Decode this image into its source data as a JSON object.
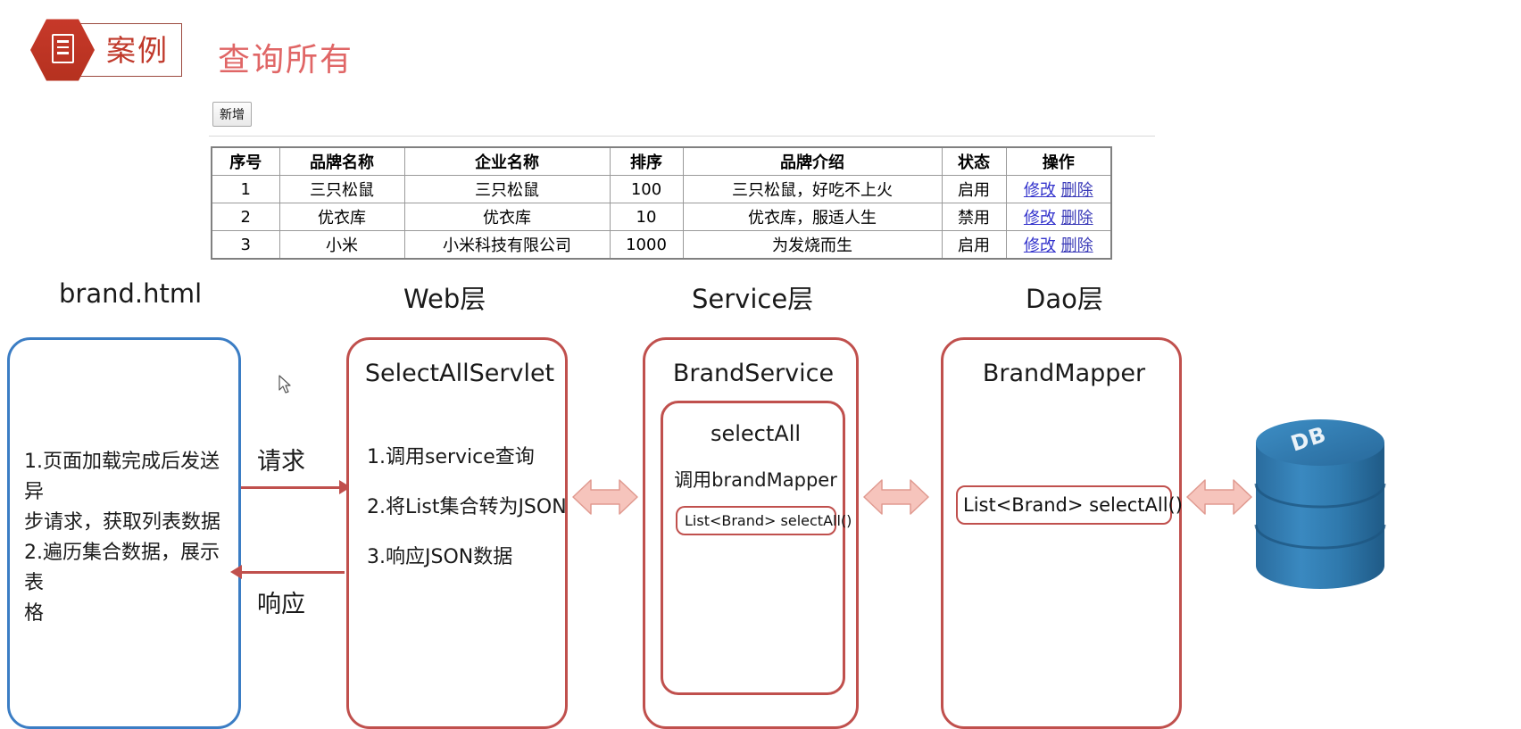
{
  "header": {
    "badge_icon": "document-hexagon-icon",
    "badge_label": "案例",
    "title": "查询所有"
  },
  "browser": {
    "add_button_label": "新增",
    "table": {
      "columns": [
        "序号",
        "品牌名称",
        "企业名称",
        "排序",
        "品牌介绍",
        "状态",
        "操作"
      ],
      "rows": [
        {
          "index": "1",
          "brand_name": "三只松鼠",
          "company_name": "三只松鼠",
          "ordinal": "100",
          "description": "三只松鼠，好吃不上火",
          "status": "启用",
          "edit": "修改",
          "delete": "删除"
        },
        {
          "index": "2",
          "brand_name": "优衣库",
          "company_name": "优衣库",
          "ordinal": "10",
          "description": "优衣库，服适人生",
          "status": "禁用",
          "edit": "修改",
          "delete": "删除"
        },
        {
          "index": "3",
          "brand_name": "小米",
          "company_name": "小米科技有限公司",
          "ordinal": "1000",
          "description": "为发烧而生",
          "status": "启用",
          "edit": "修改",
          "delete": "删除"
        }
      ]
    }
  },
  "diagram": {
    "lanes": [
      {
        "title": "brand.html"
      },
      {
        "title": "Web层"
      },
      {
        "title": "Service层"
      },
      {
        "title": "Dao层"
      }
    ],
    "page_node": {
      "lines": [
        "1.页面加载完成后发送异",
        "步请求，获取列表数据",
        "2.遍历集合数据，展示表",
        "格"
      ]
    },
    "web_node": {
      "heading": "SelectAllServlet",
      "lines": [
        "1.调用service查询",
        "2.将List集合转为JSON",
        "3.响应JSON数据"
      ]
    },
    "service_node": {
      "heading": "BrandService",
      "inner_heading": "selectAll",
      "inner_line": "调用brandMapper",
      "signature": "List<Brand> selectAll()"
    },
    "dao_node": {
      "heading": "BrandMapper",
      "signature": "List<Brand> selectAll()"
    },
    "arrows": {
      "request_label": "请求",
      "response_label": "响应"
    },
    "database": {
      "label": "DB"
    },
    "colors": {
      "accent_red": "#c0504d",
      "accent_blue": "#3b7dc4",
      "arrow_fill": "#f6c4bc",
      "db_blue": "#2e74a8"
    }
  }
}
